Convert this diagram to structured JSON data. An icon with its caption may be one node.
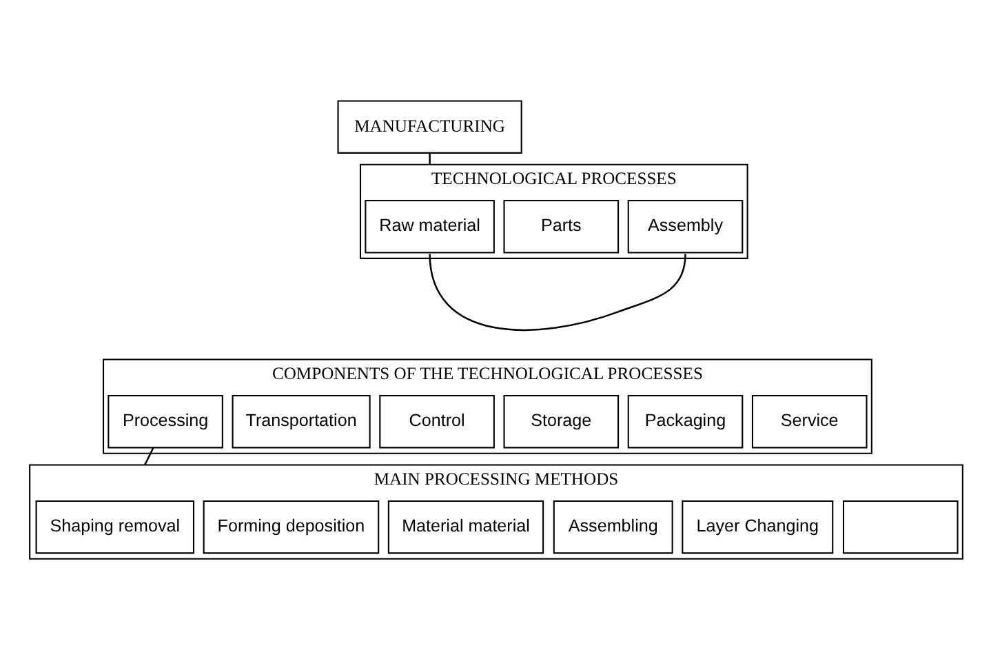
{
  "diagram": {
    "nodes": [
      {
        "text": [
          "MANUFACTURING"
        ]
      },
      {
        "text": [
          "TECHNOLOGICAL PROCESSES"
        ]
      },
      {
        "text": [
          "Raw material"
        ],
        "in": 1
      },
      {
        "text": [
          "Parts"
        ],
        "in": 1
      },
      {
        "text": [
          "Assembly"
        ],
        "in": 1
      },
      {
        "text": [
          "COMPONENTS OF THE TECHNOLOGICAL PROCESSES"
        ]
      },
      {
        "text": [
          "Processing"
        ],
        "in": 5
      },
      {
        "text": [
          "Transportation"
        ],
        "in": 5
      },
      {
        "text": [
          "Control"
        ],
        "in": 5
      },
      {
        "text": [
          "Storage"
        ],
        "in": 5
      },
      {
        "text": [
          "Packaging"
        ],
        "in": 5
      },
      {
        "text": [
          "Service"
        ],
        "in": 5
      },
      {
        "text": [
          "MAIN PROCESSING METHODS"
        ]
      },
      {
        "text": [
          "Shaping removal"
        ],
        "in": 12
      },
      {
        "text": [
          "Forming deposition"
        ],
        "in": 12
      },
      {
        "text": [
          "Material material"
        ],
        "in": 12
      },
      {
        "text": [
          "Assembling"
        ],
        "in": 12
      },
      {
        "text": [
          "Layer Changing"
        ],
        "in": 12
      },
      {
        "text": [],
        "shape": "box",
        "in": 12
      }
    ],
    "edges": [
      {
        "from": 0,
        "to": 1,
        "arrow": "none"
      },
      {
        "from": 2,
        "to": 4,
        "arrow": "none"
      },
      {
        "from": 6,
        "to": 12,
        "arrow": "none"
      }
    ]
  }
}
